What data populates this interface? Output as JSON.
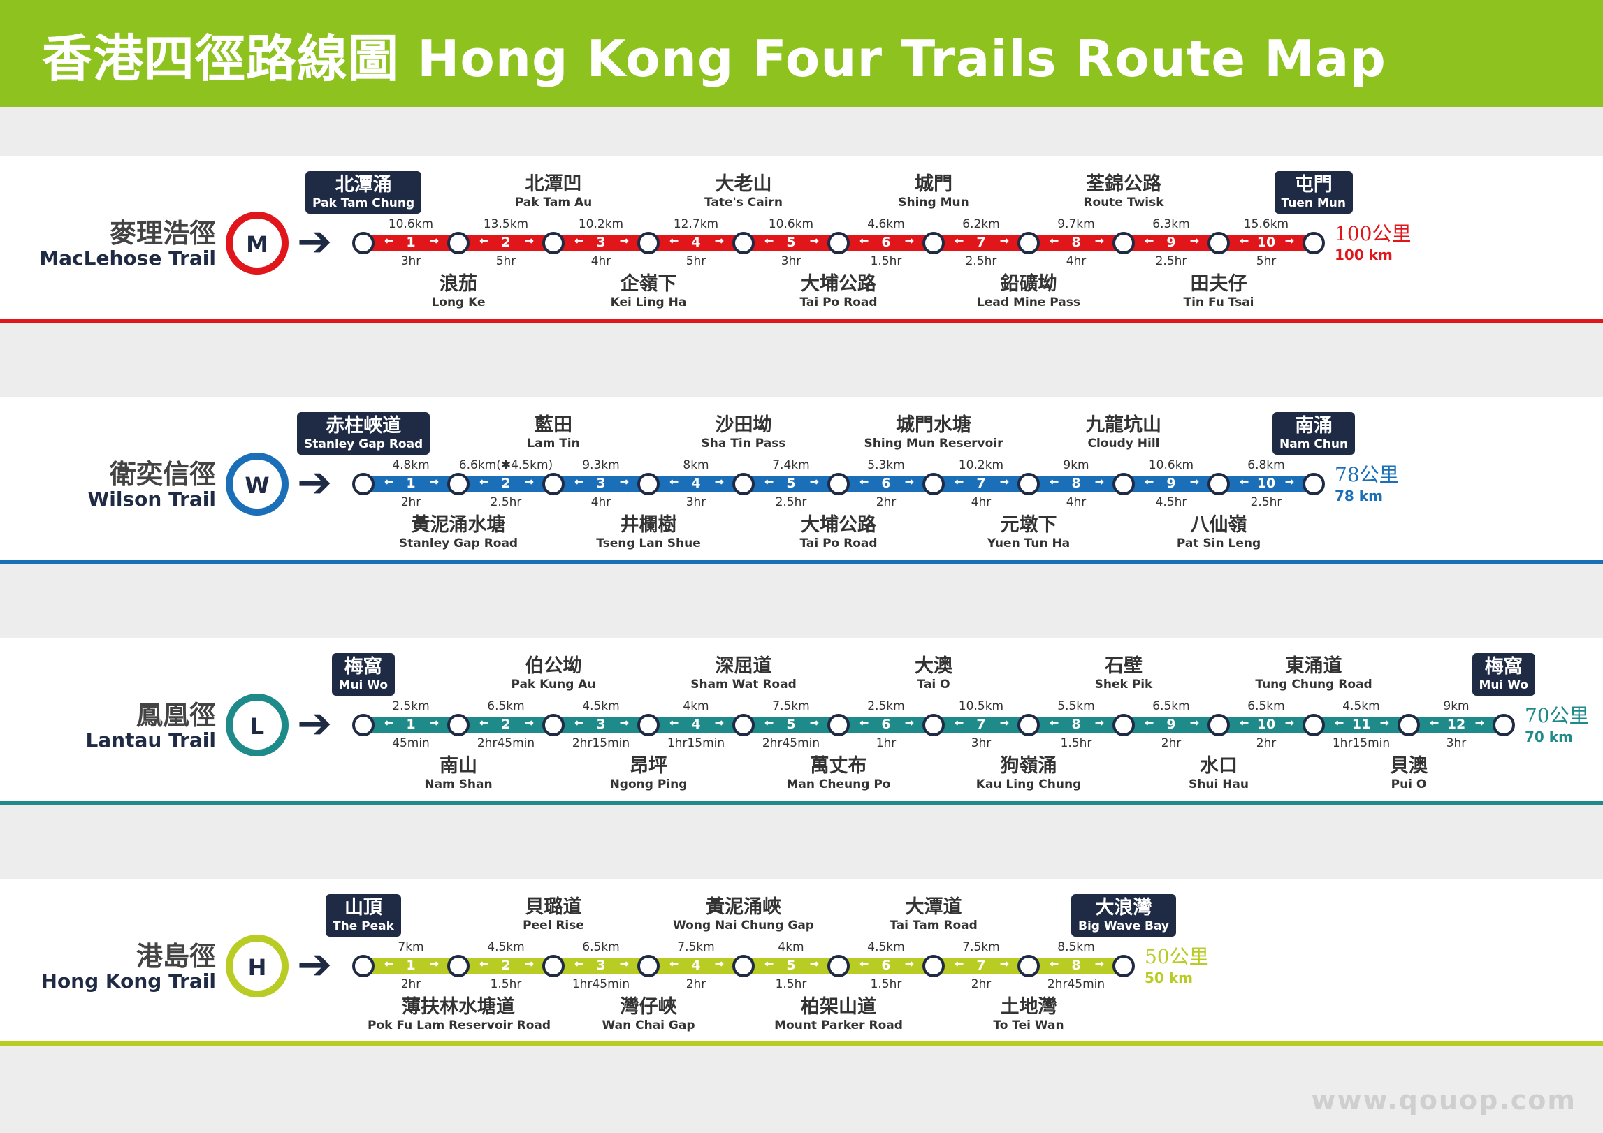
{
  "title": "香港四徑路線圖 Hong Kong Four Trails Route Map",
  "watermark": "www.qouop.com",
  "colors": {
    "header": "#8dc21f",
    "navy": "#1f2a44",
    "maclehose": "#e0161b",
    "wilson": "#1a6fb8",
    "lantau": "#1f8a8a",
    "hongkong": "#b9cc24"
  },
  "trails": [
    {
      "id": "maclehose",
      "zh": "麥理浩徑",
      "en": "MacLehose Trail",
      "letter": "M",
      "color": "#e0161b",
      "total_zh": "100公里",
      "total_en": "100 km",
      "sections": [
        {
          "num": "1",
          "dist": "10.6km",
          "time": "3hr"
        },
        {
          "num": "2",
          "dist": "13.5km",
          "time": "5hr"
        },
        {
          "num": "3",
          "dist": "10.2km",
          "time": "4hr"
        },
        {
          "num": "4",
          "dist": "12.7km",
          "time": "5hr"
        },
        {
          "num": "5",
          "dist": "10.6km",
          "time": "3hr"
        },
        {
          "num": "6",
          "dist": "4.6km",
          "time": "1.5hr"
        },
        {
          "num": "7",
          "dist": "6.2km",
          "time": "2.5hr"
        },
        {
          "num": "8",
          "dist": "9.7km",
          "time": "4hr"
        },
        {
          "num": "9",
          "dist": "6.3km",
          "time": "2.5hr"
        },
        {
          "num": "10",
          "dist": "15.6km",
          "time": "5hr"
        }
      ],
      "stations": [
        {
          "zh": "北潭涌",
          "en": "Pak Tam Chung",
          "pos": "top",
          "box": true
        },
        {
          "zh": "浪茄",
          "en": "Long Ke",
          "pos": "bottom",
          "box": false
        },
        {
          "zh": "北潭凹",
          "en": "Pak Tam Au",
          "pos": "top",
          "box": false
        },
        {
          "zh": "企嶺下",
          "en": "Kei Ling Ha",
          "pos": "bottom",
          "box": false
        },
        {
          "zh": "大老山",
          "en": "Tate's Cairn",
          "pos": "top",
          "box": false
        },
        {
          "zh": "大埔公路",
          "en": "Tai Po Road",
          "pos": "bottom",
          "box": false
        },
        {
          "zh": "城門",
          "en": "Shing Mun",
          "pos": "top",
          "box": false
        },
        {
          "zh": "鉛礦坳",
          "en": "Lead Mine Pass",
          "pos": "bottom",
          "box": false
        },
        {
          "zh": "荃錦公路",
          "en": "Route Twisk",
          "pos": "top",
          "box": false
        },
        {
          "zh": "田夫仔",
          "en": "Tin Fu Tsai",
          "pos": "bottom",
          "box": false
        },
        {
          "zh": "屯門",
          "en": "Tuen Mun",
          "pos": "top",
          "box": true
        }
      ]
    },
    {
      "id": "wilson",
      "zh": "衛奕信徑",
      "en": "Wilson Trail",
      "letter": "W",
      "color": "#1a6fb8",
      "total_zh": "78公里",
      "total_en": "78 km",
      "sections": [
        {
          "num": "1",
          "dist": "4.8km",
          "time": "2hr"
        },
        {
          "num": "2",
          "dist": "6.6km(✱4.5km)",
          "time": "2.5hr"
        },
        {
          "num": "3",
          "dist": "9.3km",
          "time": "4hr"
        },
        {
          "num": "4",
          "dist": "8km",
          "time": "3hr"
        },
        {
          "num": "5",
          "dist": "7.4km",
          "time": "2.5hr"
        },
        {
          "num": "6",
          "dist": "5.3km",
          "time": "2hr"
        },
        {
          "num": "7",
          "dist": "10.2km",
          "time": "4hr"
        },
        {
          "num": "8",
          "dist": "9km",
          "time": "4hr"
        },
        {
          "num": "9",
          "dist": "10.6km",
          "time": "4.5hr"
        },
        {
          "num": "10",
          "dist": "6.8km",
          "time": "2.5hr"
        }
      ],
      "stations": [
        {
          "zh": "赤柱峽道",
          "en": "Stanley Gap Road",
          "pos": "top",
          "box": true
        },
        {
          "zh": "黃泥涌水塘",
          "en": "Stanley Gap Road",
          "pos": "bottom",
          "box": false
        },
        {
          "zh": "藍田",
          "en": "Lam Tin",
          "pos": "top",
          "box": false
        },
        {
          "zh": "井欄樹",
          "en": "Tseng Lan Shue",
          "pos": "bottom",
          "box": false
        },
        {
          "zh": "沙田坳",
          "en": "Sha Tin Pass",
          "pos": "top",
          "box": false
        },
        {
          "zh": "大埔公路",
          "en": "Tai Po Road",
          "pos": "bottom",
          "box": false
        },
        {
          "zh": "城門水塘",
          "en": "Shing Mun Reservoir",
          "pos": "top",
          "box": false
        },
        {
          "zh": "元墩下",
          "en": "Yuen Tun Ha",
          "pos": "bottom",
          "box": false
        },
        {
          "zh": "九龍坑山",
          "en": "Cloudy Hill",
          "pos": "top",
          "box": false
        },
        {
          "zh": "八仙嶺",
          "en": "Pat Sin Leng",
          "pos": "bottom",
          "box": false
        },
        {
          "zh": "南涌",
          "en": "Nam Chun",
          "pos": "top",
          "box": true
        }
      ]
    },
    {
      "id": "lantau",
      "zh": "鳳凰徑",
      "en": "Lantau Trail",
      "letter": "L",
      "color": "#1f8a8a",
      "total_zh": "70公里",
      "total_en": "70 km",
      "sections": [
        {
          "num": "1",
          "dist": "2.5km",
          "time": "45min"
        },
        {
          "num": "2",
          "dist": "6.5km",
          "time": "2hr45min"
        },
        {
          "num": "3",
          "dist": "4.5km",
          "time": "2hr15min"
        },
        {
          "num": "4",
          "dist": "4km",
          "time": "1hr15min"
        },
        {
          "num": "5",
          "dist": "7.5km",
          "time": "2hr45min"
        },
        {
          "num": "6",
          "dist": "2.5km",
          "time": "1hr"
        },
        {
          "num": "7",
          "dist": "10.5km",
          "time": "3hr"
        },
        {
          "num": "8",
          "dist": "5.5km",
          "time": "1.5hr"
        },
        {
          "num": "9",
          "dist": "6.5km",
          "time": "2hr"
        },
        {
          "num": "10",
          "dist": "6.5km",
          "time": "2hr"
        },
        {
          "num": "11",
          "dist": "4.5km",
          "time": "1hr15min"
        },
        {
          "num": "12",
          "dist": "9km",
          "time": "3hr"
        }
      ],
      "stations": [
        {
          "zh": "梅窩",
          "en": "Mui Wo",
          "pos": "top",
          "box": true
        },
        {
          "zh": "南山",
          "en": "Nam Shan",
          "pos": "bottom",
          "box": false
        },
        {
          "zh": "伯公坳",
          "en": "Pak Kung Au",
          "pos": "top",
          "box": false
        },
        {
          "zh": "昂坪",
          "en": "Ngong Ping",
          "pos": "bottom",
          "box": false
        },
        {
          "zh": "深屈道",
          "en": "Sham Wat Road",
          "pos": "top",
          "box": false
        },
        {
          "zh": "萬丈布",
          "en": "Man Cheung Po",
          "pos": "bottom",
          "box": false
        },
        {
          "zh": "大澳",
          "en": "Tai O",
          "pos": "top",
          "box": false
        },
        {
          "zh": "狗嶺涌",
          "en": "Kau Ling Chung",
          "pos": "bottom",
          "box": false
        },
        {
          "zh": "石壁",
          "en": "Shek Pik",
          "pos": "top",
          "box": false
        },
        {
          "zh": "水口",
          "en": "Shui Hau",
          "pos": "bottom",
          "box": false
        },
        {
          "zh": "東涌道",
          "en": "Tung Chung Road",
          "pos": "top",
          "box": false
        },
        {
          "zh": "貝澳",
          "en": "Pui O",
          "pos": "bottom",
          "box": false
        },
        {
          "zh": "梅窩",
          "en": "Mui Wo",
          "pos": "top",
          "box": true
        }
      ]
    },
    {
      "id": "hongkong",
      "zh": "港島徑",
      "en": "Hong Kong Trail",
      "letter": "H",
      "color": "#b9cc24",
      "total_zh": "50公里",
      "total_en": "50 km",
      "sections": [
        {
          "num": "1",
          "dist": "7km",
          "time": "2hr"
        },
        {
          "num": "2",
          "dist": "4.5km",
          "time": "1.5hr"
        },
        {
          "num": "3",
          "dist": "6.5km",
          "time": "1hr45min"
        },
        {
          "num": "4",
          "dist": "7.5km",
          "time": "2hr"
        },
        {
          "num": "5",
          "dist": "4km",
          "time": "1.5hr"
        },
        {
          "num": "6",
          "dist": "4.5km",
          "time": "1.5hr"
        },
        {
          "num": "7",
          "dist": "7.5km",
          "time": "2hr"
        },
        {
          "num": "8",
          "dist": "8.5km",
          "time": "2hr45min"
        }
      ],
      "stations": [
        {
          "zh": "山頂",
          "en": "The Peak",
          "pos": "top",
          "box": true
        },
        {
          "zh": "薄扶林水塘道",
          "en": "Pok Fu Lam Reservoir Road",
          "pos": "bottom",
          "box": false
        },
        {
          "zh": "貝璐道",
          "en": "Peel Rise",
          "pos": "top",
          "box": false
        },
        {
          "zh": "灣仔峽",
          "en": "Wan Chai Gap",
          "pos": "bottom",
          "box": false
        },
        {
          "zh": "黃泥涌峽",
          "en": "Wong Nai Chung Gap",
          "pos": "top",
          "box": false
        },
        {
          "zh": "柏架山道",
          "en": "Mount Parker Road",
          "pos": "bottom",
          "box": false
        },
        {
          "zh": "大潭道",
          "en": "Tai Tam Road",
          "pos": "top",
          "box": false
        },
        {
          "zh": "土地灣",
          "en": "To Tei Wan",
          "pos": "bottom",
          "box": false
        },
        {
          "zh": "大浪灣",
          "en": "Big Wave Bay",
          "pos": "top",
          "box": true
        }
      ]
    }
  ]
}
